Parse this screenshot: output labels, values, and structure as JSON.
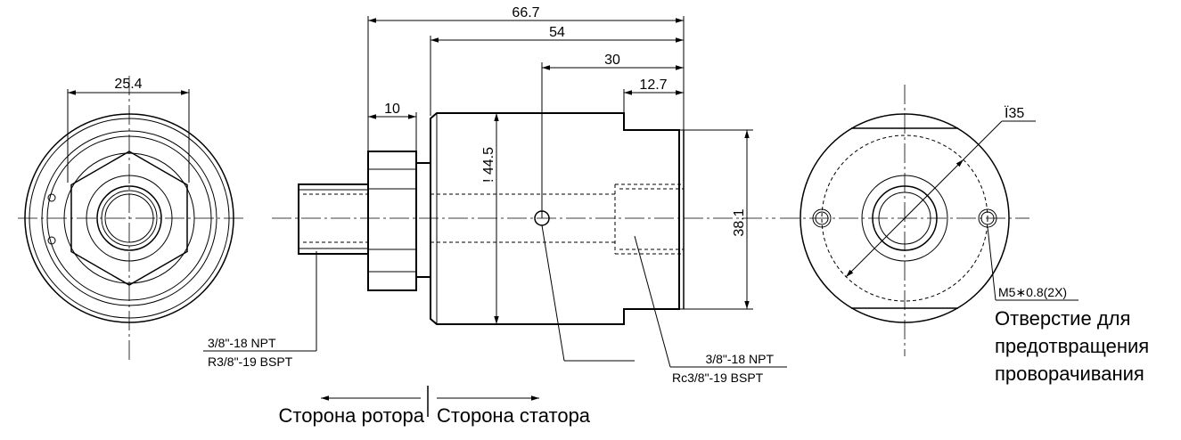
{
  "dimensions": {
    "overall_length": "66.7",
    "body_length": "54",
    "port_position": "30",
    "step_length": "12.7",
    "hex_length": "10",
    "hex_across_flats": "25.4",
    "body_diameter": "! 44.5",
    "step_diameter": "38.1",
    "hole_pcd": "Ï35"
  },
  "threads": {
    "rotor_npt": "3/8\"-18 NPT",
    "rotor_bspt": "R3/8\"-19 BSPT",
    "stator_npt": "3/8\"-18 NPT",
    "stator_bspt": "Rc3/8\"-19 BSPT",
    "hole_spec": "M5∗0.8(2X)"
  },
  "labels": {
    "hole_note_line1": "Отверстие для",
    "hole_note_line2": "предотвращения",
    "hole_note_line3": "проворачивания",
    "rotor_side": "Сторона ротора",
    "stator_side": "Сторона статора"
  }
}
